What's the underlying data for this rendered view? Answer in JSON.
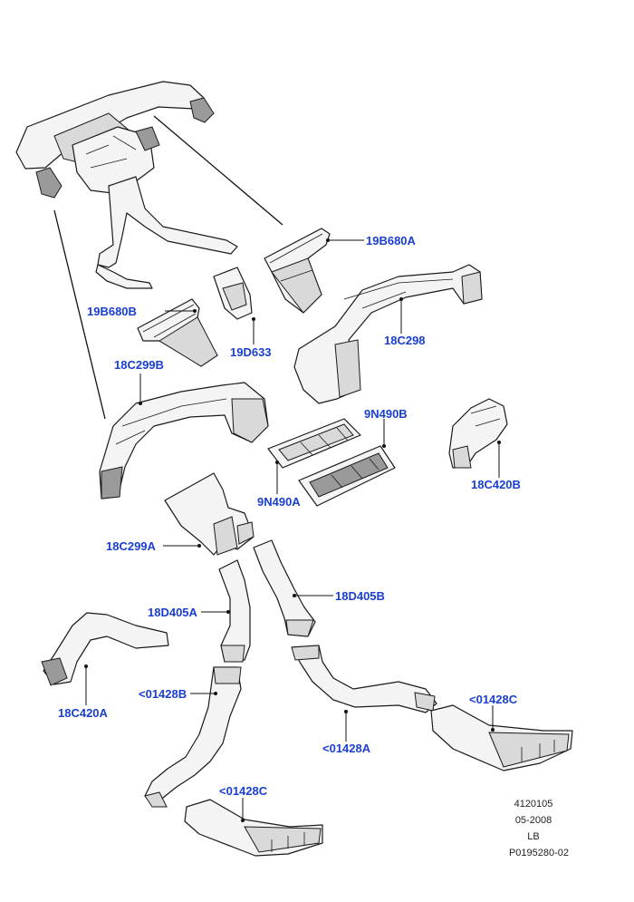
{
  "labels": {
    "l19B680A": "19B680A",
    "l19B680B": "19B680B",
    "l19D633": "19D633",
    "l18C298": "18C298",
    "l18C299B": "18C299B",
    "l9N490B": "9N490B",
    "l9N490A": "9N490A",
    "l18C420B": "18C420B",
    "l18C299A": "18C299A",
    "l18D405A": "18D405A",
    "l18D405B": "18D405B",
    "l18C420A": "18C420A",
    "l01428B": "<01428B",
    "l01428C_right": "<01428C",
    "l01428A": "<01428A",
    "l01428C_bottom": "<01428C"
  },
  "meta": {
    "code": "4120105",
    "date": "05-2008",
    "region": "LB",
    "ref": "P0195280-02"
  },
  "colors": {
    "label": "#1a3fd0",
    "line": "#1a1a1a"
  }
}
